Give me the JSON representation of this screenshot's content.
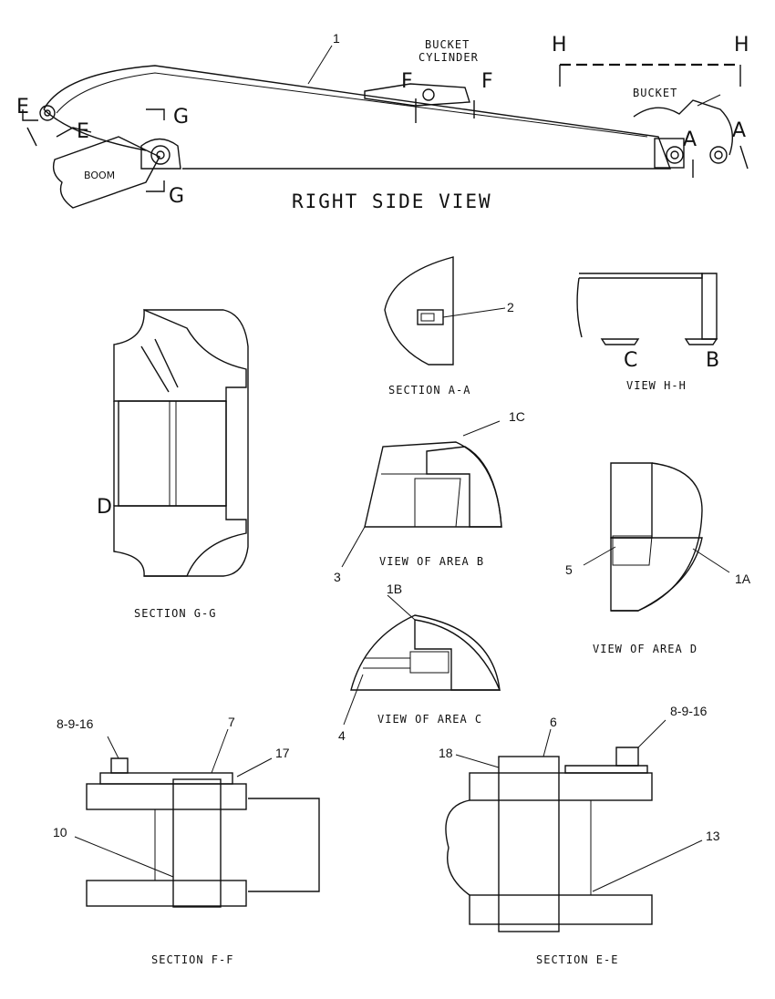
{
  "right_side_view": {
    "title": "RIGHT SIDE VIEW",
    "callout_1": "1",
    "bucket_cylinder": [
      "BUCKET",
      "CYLINDER"
    ],
    "bucket": "BUCKET",
    "boom": "BOOM",
    "sec_e": "E",
    "sec_f": "F",
    "sec_g": "G",
    "sec_h": "H",
    "sec_a": "A"
  },
  "section_aa": {
    "caption": "SECTION A-A",
    "callout": "2"
  },
  "view_hh": {
    "caption": "VIEW H-H",
    "label_c": "C",
    "label_b": "B"
  },
  "section_gg": {
    "caption": "SECTION G-G",
    "label_d": "D"
  },
  "view_area_b": {
    "caption": "VIEW OF AREA B",
    "callout_top": "1C",
    "callout_left": "3"
  },
  "view_area_d": {
    "caption": "VIEW OF AREA D",
    "callout_left": "5",
    "callout_right": "1A"
  },
  "view_area_c": {
    "caption": "VIEW OF AREA C",
    "callout_top": "1B",
    "callout_left": "4"
  },
  "section_ff": {
    "caption": "SECTION F-F",
    "callout_bolt": "8-9-16",
    "callout_pin": "7",
    "callout_washer": "17",
    "callout_left": "10"
  },
  "section_ee": {
    "caption": "SECTION E-E",
    "callout_pin": "6",
    "callout_bolt": "8-9-16",
    "callout_washer": "18",
    "callout_right": "13"
  }
}
